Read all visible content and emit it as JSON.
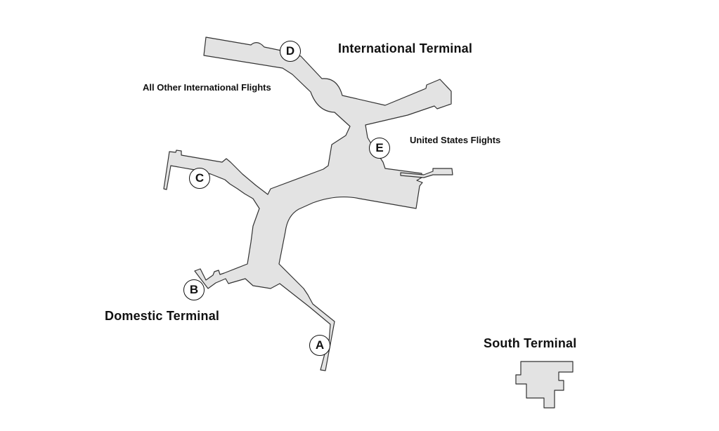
{
  "labels": {
    "international_terminal": "International Terminal",
    "all_other_international": "All Other International Flights",
    "united_states_flights": "United States Flights",
    "domestic_terminal": "Domestic Terminal",
    "south_terminal": "South Terminal"
  },
  "concourses": {
    "a": "A",
    "b": "B",
    "c": "C",
    "d": "D",
    "e": "E"
  },
  "colors": {
    "terminal_fill": "#e3e3e3",
    "outline": "#333333",
    "text": "#111111",
    "background": "#ffffff"
  }
}
